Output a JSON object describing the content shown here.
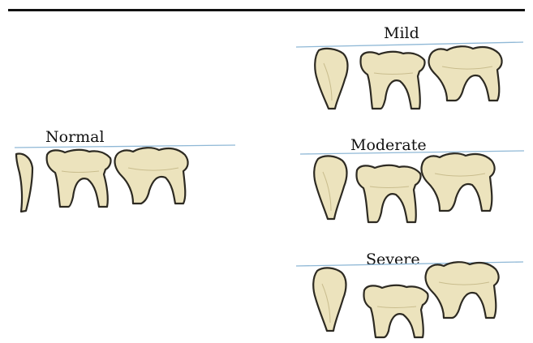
{
  "panels": {
    "normal": {
      "label": "Normal"
    },
    "mild": {
      "label": "Mild"
    },
    "moderate": {
      "label": "Moderate"
    },
    "severe": {
      "label": "Severe"
    }
  },
  "colors": {
    "occlusal_line": "#8fb8d6",
    "tooth_fill": "#ece3bd",
    "tooth_shade": "#c9bd8e",
    "tooth_outline": "#2d2a22",
    "rule": "#111111"
  }
}
